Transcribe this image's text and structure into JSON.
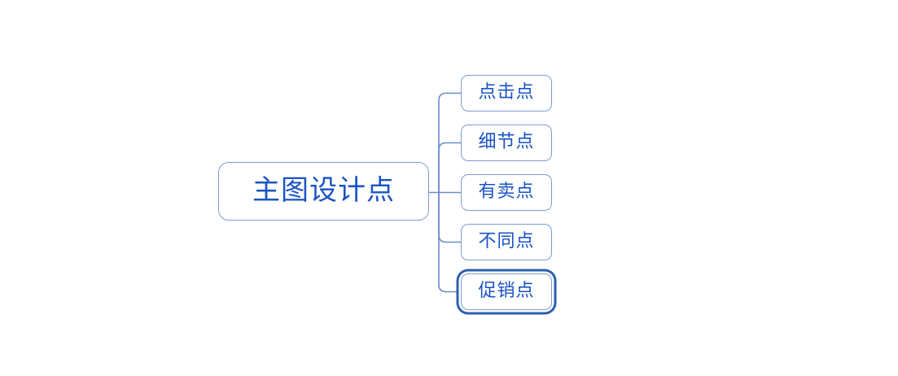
{
  "app": {
    "type": "mindmap",
    "background": "#ffffff"
  },
  "colors": {
    "node_border": "#7e9bd3",
    "node_text": "#1a53c4",
    "connector_line": "#6b8cc9",
    "selection_ring": "#2d5fae",
    "node_fill": "#ffffff"
  },
  "root": {
    "label": "主图设计点"
  },
  "children": [
    {
      "label": "点击点",
      "selected": false
    },
    {
      "label": "细节点",
      "selected": false
    },
    {
      "label": "有卖点",
      "selected": false
    },
    {
      "label": "不同点",
      "selected": false
    },
    {
      "label": "促销点",
      "selected": true
    }
  ]
}
